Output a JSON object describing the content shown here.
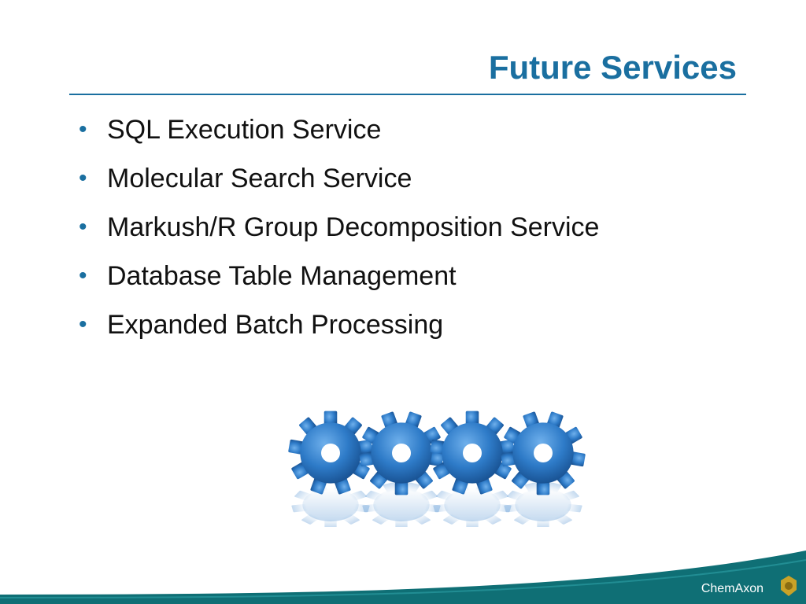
{
  "slide": {
    "title": "Future Services",
    "bullets": [
      "SQL Execution Service",
      "Molecular Search Service",
      "Markush/R Group Decomposition Service",
      "Database Table Management",
      "Expanded Batch Processing"
    ],
    "bullet_glyph": "•"
  },
  "image": {
    "icon": "blue-gears-icon",
    "gear_count": 4,
    "gear_color": "#2e7bc8"
  },
  "footer": {
    "logo_text": "ChemAxon",
    "band_color": "#0f6f75",
    "logo_color": "#c9a227"
  },
  "colors": {
    "accent": "#1a6fa0",
    "text": "#111111"
  }
}
